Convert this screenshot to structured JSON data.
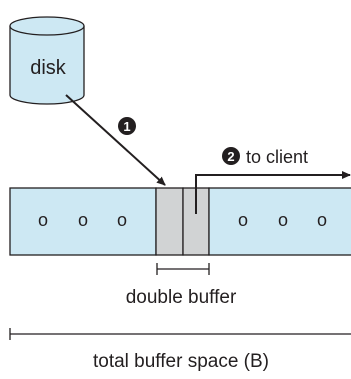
{
  "disk": {
    "label": "disk",
    "fill_color": "#cde8f3",
    "stroke_color": "#231f20"
  },
  "steps": {
    "step1": {
      "number": "1"
    },
    "step2": {
      "number": "2",
      "label": "to client"
    }
  },
  "buffer": {
    "fill_color": "#cde8f3",
    "double_buffer_fill": "#d1d3d4",
    "stroke_color": "#231f20",
    "ellipsis_left": [
      "o",
      "o",
      "o"
    ],
    "ellipsis_right": [
      "o",
      "o",
      "o"
    ]
  },
  "labels": {
    "double_buffer": "double buffer",
    "total_space": "total buffer space (B)"
  }
}
